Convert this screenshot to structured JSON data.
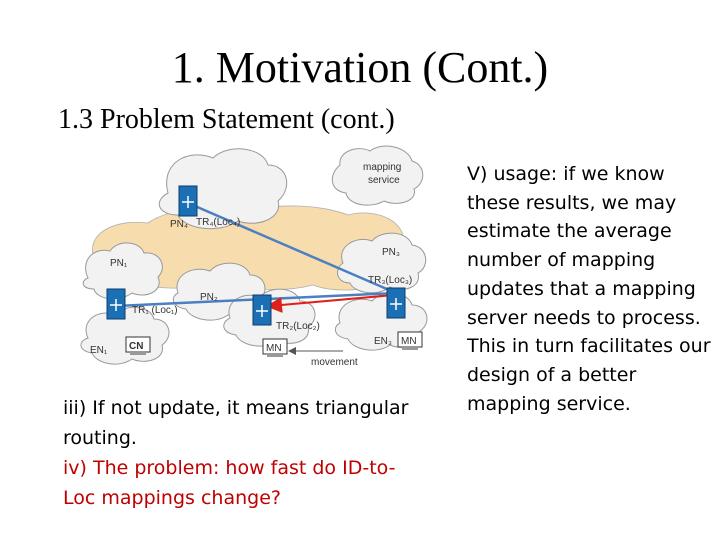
{
  "slide": {
    "title": "1. Motivation (Cont.)",
    "subtitle": "1.3 Problem Statement (cont.)"
  },
  "diagram": {
    "labels": {
      "mapping_service_1": "mapping",
      "mapping_service_2": "service",
      "pn4": "PN₄",
      "tr4": "TR₄(Loc₄)",
      "pn3": "PN₃",
      "tr3": "TR₃(Loc₃)",
      "pn1": "PN₁",
      "pn2": "PN₂",
      "tr1": "TR₁ (Loc₁)",
      "tr2": "TR₂(Loc₂)",
      "en1": "EN₁",
      "cn": "CN",
      "mn_left": "MN",
      "en3": "EN₃",
      "mn_right": "MN",
      "movement": "movement"
    }
  },
  "caption": {
    "line_iii": "iii) If not update, it means triangular routing.",
    "line_iv": "iv) The problem: how fast do ID-to-Loc mappings change?"
  },
  "right_text": "V) usage: if we know these results, we may estimate the average number of mapping updates that a mapping server needs to process. This in turn facilitates our design of a better mapping service.",
  "colors": {
    "red_text": "#c00000",
    "cloud_fill": "#f2f2f2",
    "core_fill": "#f7dcae",
    "router_blue": "#1a6fb5",
    "link_blue": "#4a7fc1",
    "link_red": "#e0201b"
  }
}
